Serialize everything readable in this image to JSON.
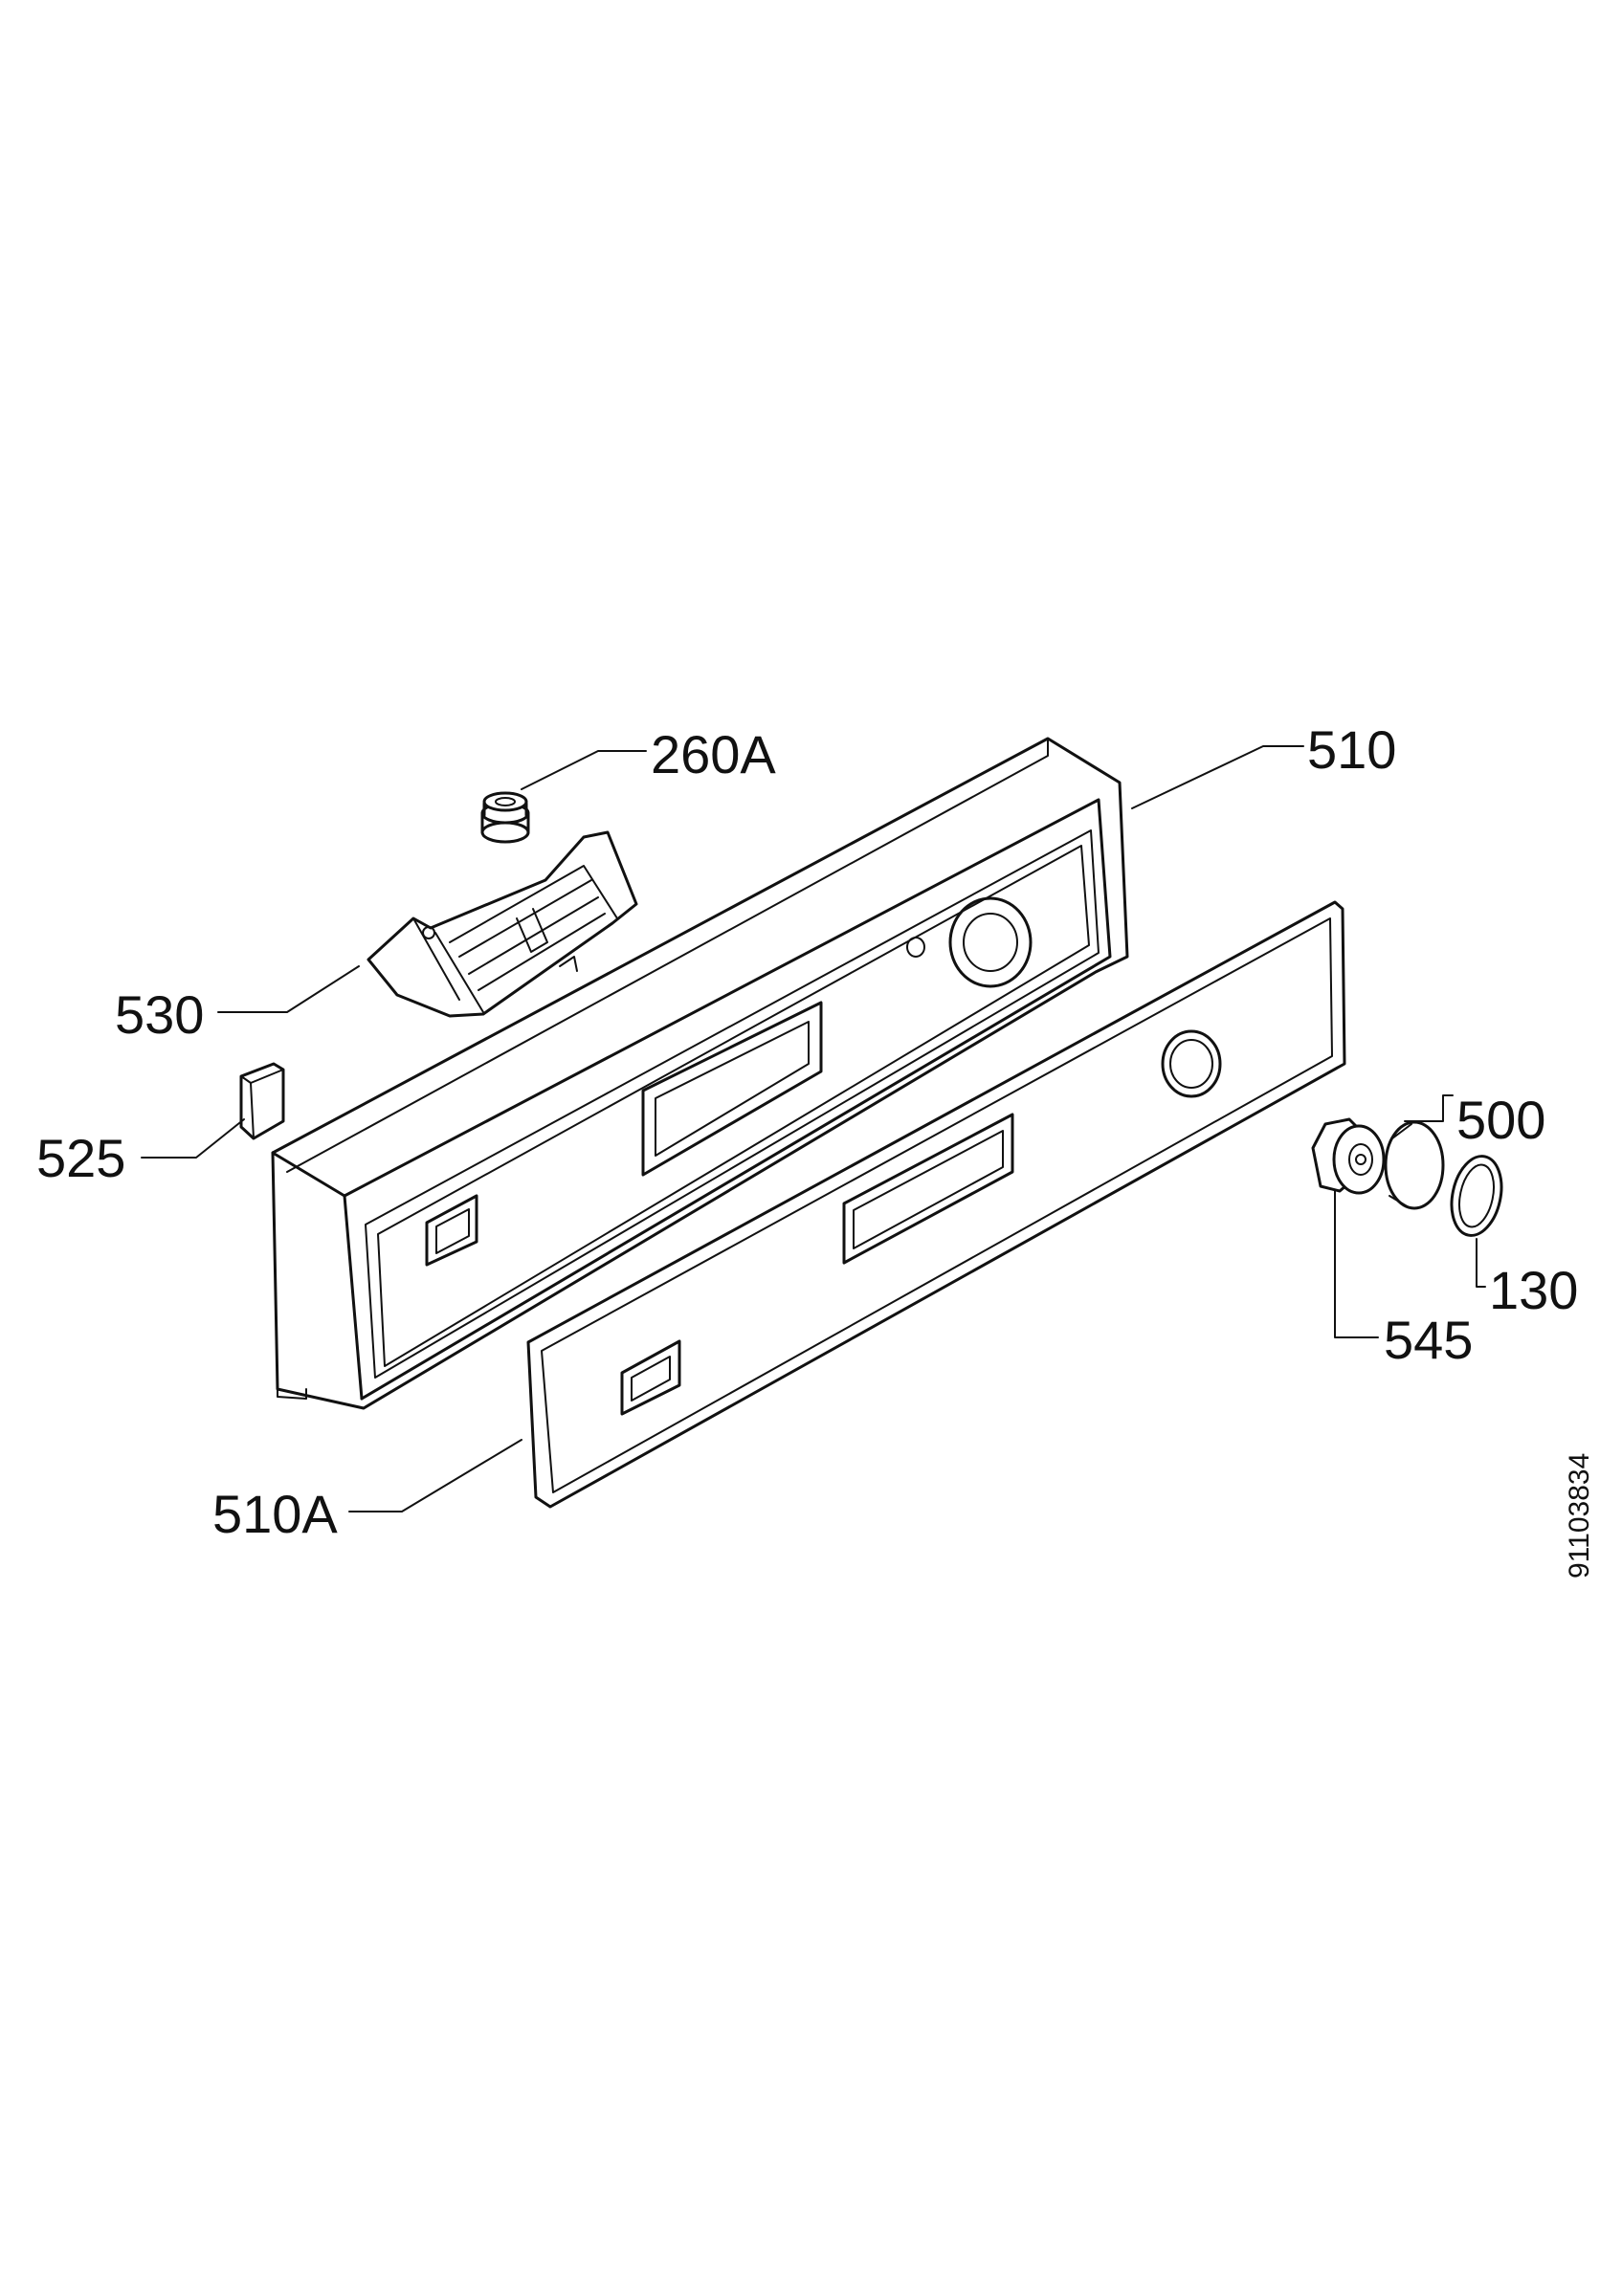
{
  "labels": {
    "p260a": "260A",
    "p510": "510",
    "p530": "530",
    "p525": "525",
    "p500": "500",
    "p130": "130",
    "p545": "545",
    "p510a": "510A"
  },
  "doc_number": "91103834"
}
